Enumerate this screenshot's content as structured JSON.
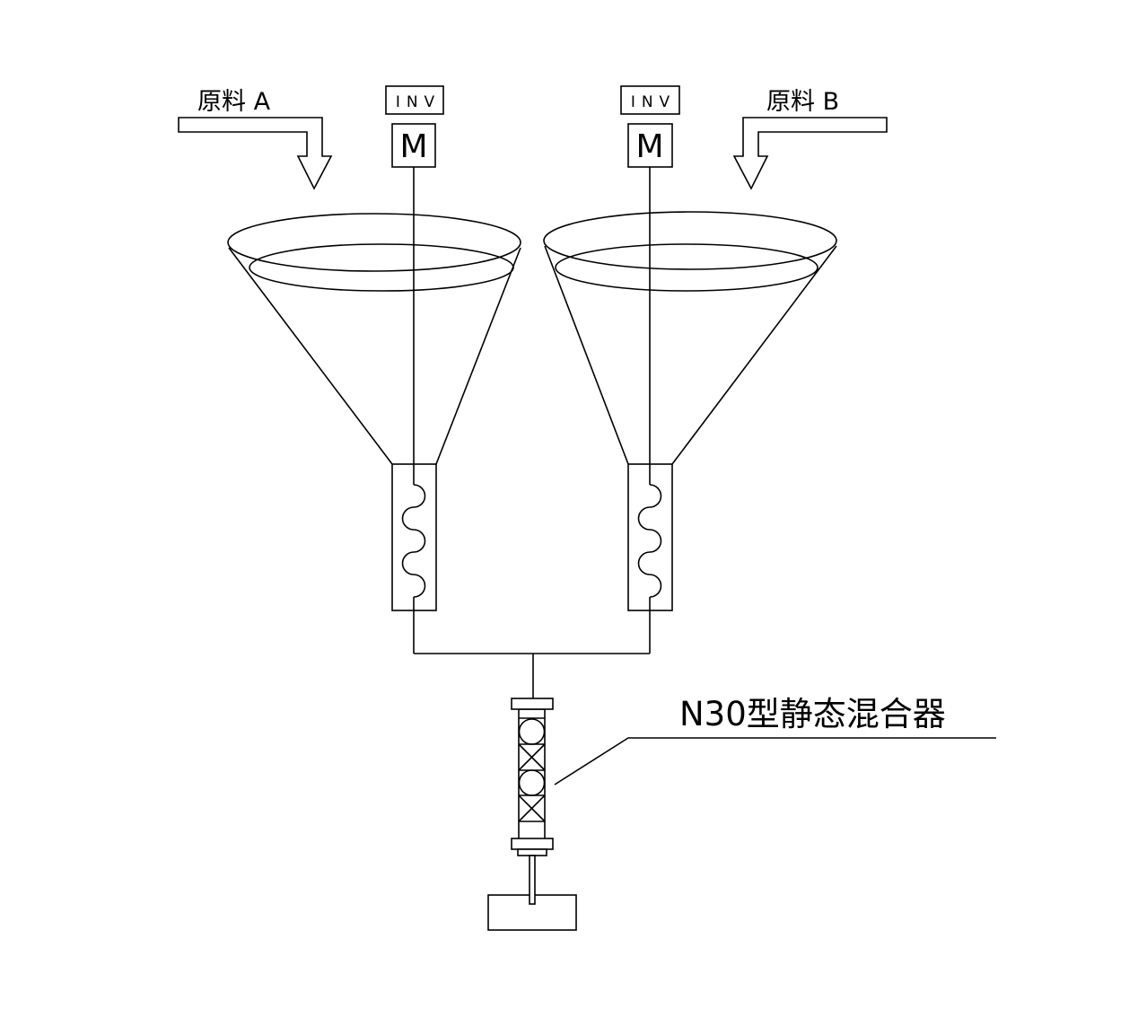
{
  "material_a_label": "原料 A",
  "material_b_label": "原料 B",
  "left_inverter_label": "INV",
  "right_inverter_label": "INV",
  "left_motor_label": "M",
  "right_motor_label": "M",
  "mixer_label": "N30型静态混合器",
  "line_color": "#000000"
}
